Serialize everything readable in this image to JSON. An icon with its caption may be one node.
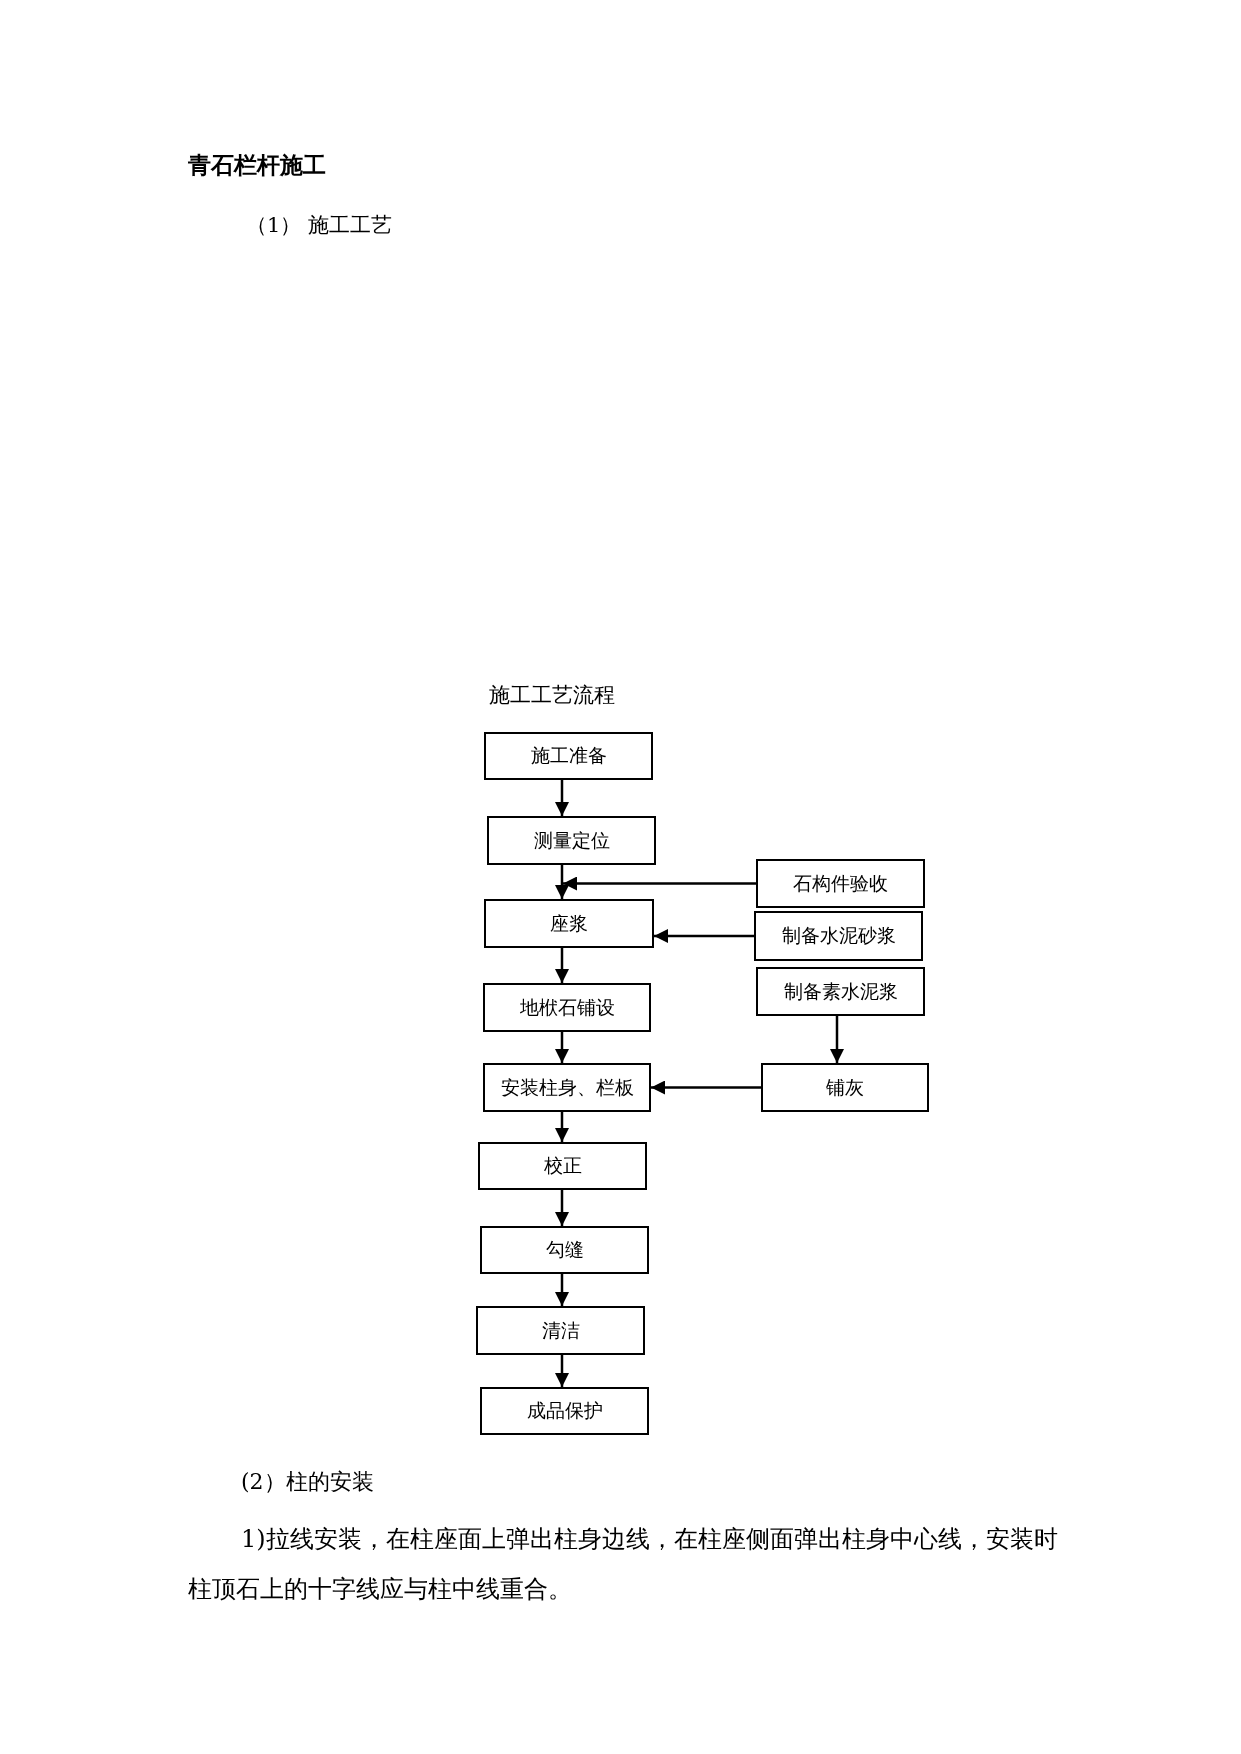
{
  "diagram": {
    "title": "青石栏杆施工",
    "nodes": [
      {
        "text": [
          "施工准备"
        ]
      },
      {
        "text": [
          "测量定位"
        ]
      },
      {
        "text": [
          "座浆"
        ]
      },
      {
        "text": [
          "地栿石铺设"
        ]
      },
      {
        "text": [
          "安装柱身、栏板"
        ]
      },
      {
        "text": [
          "校正"
        ]
      },
      {
        "text": [
          "勾缝"
        ]
      },
      {
        "text": [
          "清洁"
        ]
      },
      {
        "text": [
          "成品保护"
        ]
      },
      {
        "text": [
          "石构件验收"
        ]
      },
      {
        "text": [
          "制备水泥砂浆"
        ]
      },
      {
        "text": [
          "制备素水泥浆"
        ]
      },
      {
        "text": [
          "铺灰"
        ]
      }
    ],
    "edges": [
      {
        "from": 0,
        "to": 1,
        "arrow": "to"
      },
      {
        "from": 1,
        "to": 2,
        "arrow": "to"
      },
      {
        "from": 9,
        "to": 2,
        "arrow": "to"
      },
      {
        "from": 10,
        "to": 2,
        "arrow": "to"
      },
      {
        "from": 2,
        "to": 3,
        "arrow": "to"
      },
      {
        "from": 3,
        "to": 4,
        "arrow": "to"
      },
      {
        "from": 11,
        "to": 12,
        "arrow": "to"
      },
      {
        "from": 12,
        "to": 4,
        "arrow": "to"
      },
      {
        "from": 4,
        "to": 5,
        "arrow": "to"
      },
      {
        "from": 5,
        "to": 6,
        "arrow": "to"
      },
      {
        "from": 6,
        "to": 7,
        "arrow": "to"
      },
      {
        "from": 7,
        "to": 8,
        "arrow": "to"
      }
    ],
    "labels": [
      "（1） 施工工艺",
      "施工工艺流程",
      "(2）柱的安装",
      "1)拉线安装，在柱座面上弹出柱身边线，在柱座侧面弹出柱身中心线，安装时柱顶石上的十字线应与柱中线重合。"
    ]
  }
}
